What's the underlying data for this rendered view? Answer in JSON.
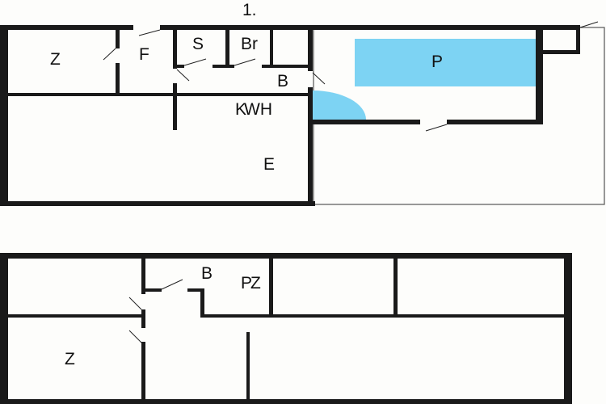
{
  "title": "1.",
  "floor_upper": {
    "rooms": {
      "z": "Z",
      "f": "F",
      "s": "S",
      "br": "Br",
      "b": "B",
      "kwh_1": "K",
      "kwh_2": "WH",
      "e": "E",
      "p": "P"
    }
  },
  "floor_lower": {
    "rooms": {
      "b": "B",
      "pz_1": "P",
      "pz_2": "Z",
      "z": "Z"
    }
  },
  "colors": {
    "wall": "#1a1a1a",
    "pool": "#7dd3f3",
    "background": "#fdfdfb"
  }
}
